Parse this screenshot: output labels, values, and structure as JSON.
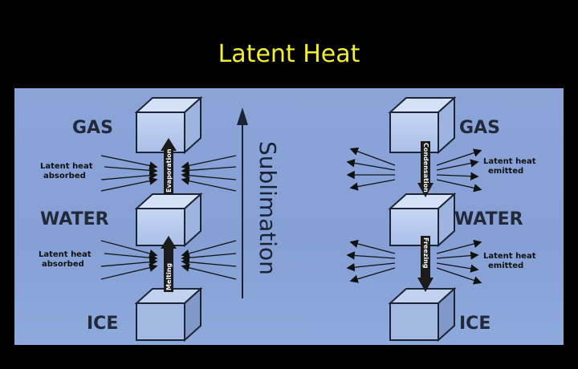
{
  "title": "Latent Heat",
  "left": {
    "states": [
      "GAS",
      "WATER",
      "ICE"
    ],
    "upper_label": [
      "Latent heat",
      "absorbed"
    ],
    "lower_label": [
      "Latent heat",
      "absorbed"
    ],
    "upper_process": "Evaporation",
    "lower_process": "Melting"
  },
  "middle": {
    "process": "Sublimation"
  },
  "right": {
    "states": [
      "GAS",
      "WATER",
      "ICE"
    ],
    "upper_label": [
      "Latent heat",
      "emitted"
    ],
    "lower_label": [
      "Latent heat",
      "emitted"
    ],
    "upper_process": "Condensation",
    "lower_process": "Freezing"
  },
  "colors": {
    "title": "#f2ef31",
    "panel": "#8ba4d8",
    "cube_face": "#b8cdf0",
    "text": "#222a3a"
  }
}
